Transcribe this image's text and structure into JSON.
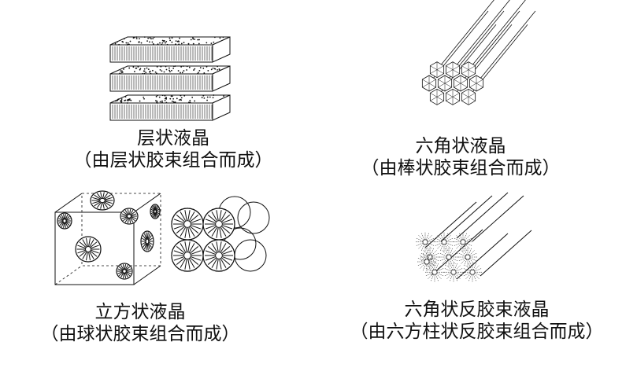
{
  "panels": [
    {
      "name": "lamellar",
      "title": "层状液晶",
      "subtitle": "（由层状胶束组合而成）"
    },
    {
      "name": "hexagonal",
      "title": "六角状液晶",
      "subtitle": "（由棒状胶束组合而成）"
    },
    {
      "name": "cubic",
      "title": "立方状液晶",
      "subtitle": "（由球状胶束组合而成）"
    },
    {
      "name": "reverse-hexagonal",
      "title": "六角状反胶束液晶",
      "subtitle": "（由六方柱状反胶束组合而成）"
    }
  ],
  "colors": {
    "ink": "#111111",
    "background": "#ffffff"
  }
}
